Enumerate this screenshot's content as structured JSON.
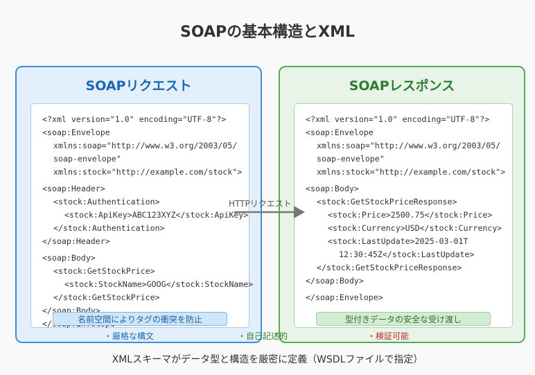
{
  "title": "SOAPの基本構造とXML",
  "request": {
    "heading": "SOAPリクエスト",
    "lines": [
      "<?xml version=\"1.0\" encoding=\"UTF-8\"?>",
      "<soap:Envelope",
      "xmlns:soap=\"http://www.w3.org/2003/05/",
      "soap-envelope\"",
      "xmlns:stock=\"http://example.com/stock\">",
      "<soap:Header>",
      "<stock:Authentication>",
      "<stock:ApiKey>ABC123XYZ</stock:ApiKey>",
      "</stock:Authentication>",
      "</soap:Header>",
      "<soap:Body>",
      "<stock:GetStockPrice>",
      "<stock:StockName>GOOG</stock:StockName>",
      "</stock:GetStockPrice>",
      "</soap:Body>",
      "</soap:Envelope>"
    ],
    "badge": "名前空間によりタグの衝突を防止"
  },
  "response": {
    "heading": "SOAPレスポンス",
    "lines": [
      "<?xml version=\"1.0\" encoding=\"UTF-8\"?>",
      "<soap:Envelope",
      "xmlns:soap=\"http://www.w3.org/2003/05/",
      "soap-envelope\"",
      "xmlns:stock=\"http://example.com/stock\">",
      "<soap:Body>",
      "<stock:GetStockPriceResponse>",
      "<stock:Price>2500.75</stock:Price>",
      "<stock:Currency>USD</stock:Currency>",
      "<stock:LastUpdate>2025-03-01T",
      "12:30:45Z</stock:LastUpdate>",
      "</stock:GetStockPriceResponse>",
      "</soap:Body>",
      "</soap:Envelope>"
    ],
    "badge": "型付きデータの安全な受け渡し"
  },
  "arrow_label": "HTTPリクエスト",
  "notes": [
    {
      "text": "・厳格な構文",
      "color": "#1a68b4"
    },
    {
      "text": "・自己記述的",
      "color": "#2e7d32"
    },
    {
      "text": "・検証可能",
      "color": "#c62828"
    }
  ],
  "footer": "XMLスキーマがデータ型と構造を厳密に定義（WSDLファイルで指定）"
}
